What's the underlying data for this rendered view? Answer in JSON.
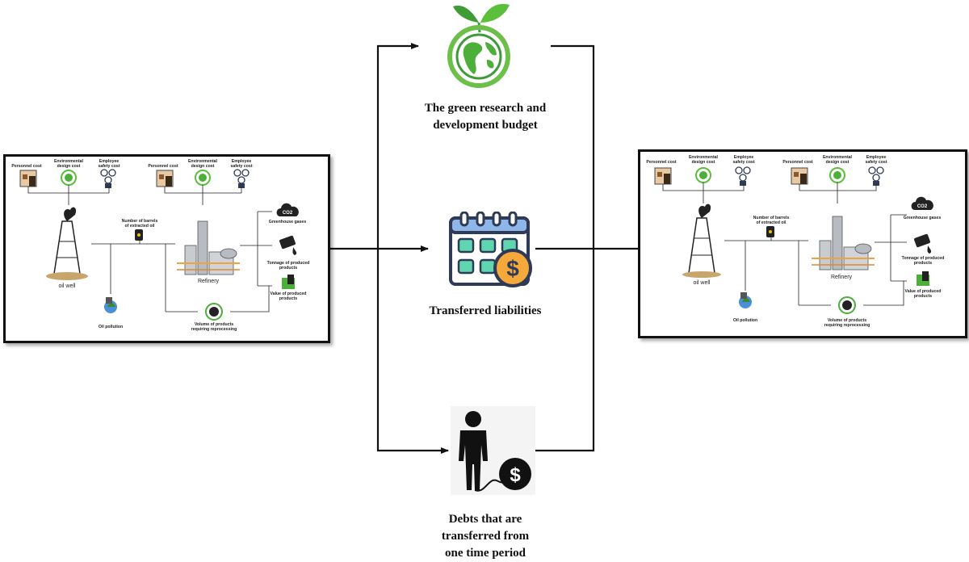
{
  "central": {
    "green_budget": {
      "line1": "The green research and",
      "line2": "development budget"
    },
    "liabilities": {
      "label": "Transferred liabilities"
    },
    "debts": {
      "line1": "Debts that are",
      "line2": "transferred from",
      "line3": "one time period"
    }
  },
  "process": {
    "personnel_cost": "Personnel cost",
    "env_design_cost_1": "Environmental",
    "env_design_cost_2": "design cost",
    "employee_safety_1": "Employee",
    "employee_safety_2": "safety cost",
    "barrels_1": "Number of barrels",
    "barrels_2": "of extracted oil",
    "oil_well": "oil well",
    "refinery": "Refinery",
    "greenhouse": "Greenhouse gases",
    "co2": "CO2",
    "tonnage_1": "Tonnage of produced",
    "tonnage_2": "products",
    "value_1": "Value of produced",
    "value_2": "products",
    "oil_pollution": "Oil pollution",
    "reprocess_1": "Volume of products",
    "reprocess_2": "requiring reprocessing"
  },
  "colors": {
    "line": "#111111",
    "green": "#4caf3a",
    "teal": "#5fd6b0",
    "navy": "#2f3a57",
    "orange": "#f6a93b",
    "calendar_blue": "#8fb6e8"
  }
}
